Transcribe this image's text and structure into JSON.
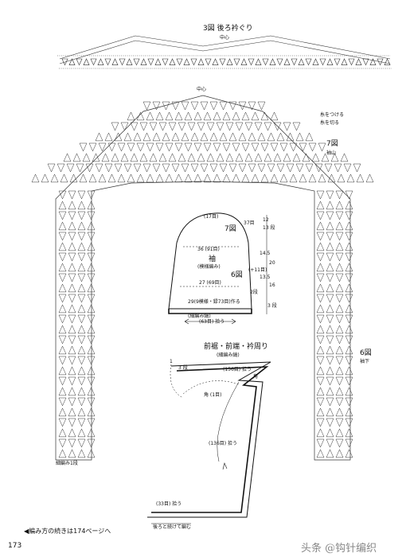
{
  "collar": {
    "title": "3図 後ろ衿ぐり",
    "center": "中心"
  },
  "sleeve_diagram": {
    "center": "中心",
    "fig7_title": "7図",
    "fig7_sub": "袖山",
    "fig6_title": "6図",
    "fig6_sub": "袖下",
    "legend": [
      "糸をつける",
      "糸を切る"
    ],
    "bottom_label": "細編み1段"
  },
  "schematic": {
    "top": "(17目)",
    "top_right": "37目",
    "fig7": "7図",
    "width_36": "36 (91目)",
    "sleeve_title": "袖",
    "sleeve_pattern": "(模様編み)",
    "fig6": "6図",
    "width_27": "27 (69目)",
    "increase": "29(9模様・録73目)作る",
    "edge": "(細編み縞)",
    "bottom": "(63目) 拾う",
    "right_12": "12",
    "right_13": "13 段",
    "right_145": "14.5",
    "right_20": "20",
    "right_11": "(+11目)",
    "right_135": "13.5",
    "right_16": "16",
    "right_2": "2段",
    "right_3": "3 段"
  },
  "front": {
    "title": "前裾・前端・衿周り",
    "sub": "(細編み縞)",
    "label_156": "(156目) 拾う",
    "label_3dan": "3 段",
    "label_1": "1",
    "corner": "角 (1目)",
    "corner2": "角",
    "label_136": "(136目) 拾う",
    "label_33": "(33目) 拾う",
    "back_cont": "後ろと続けて編む"
  },
  "footer": {
    "note": "◀編み方の続きは174ページへ",
    "page": "173",
    "watermark": "头条 @钩针编织"
  }
}
